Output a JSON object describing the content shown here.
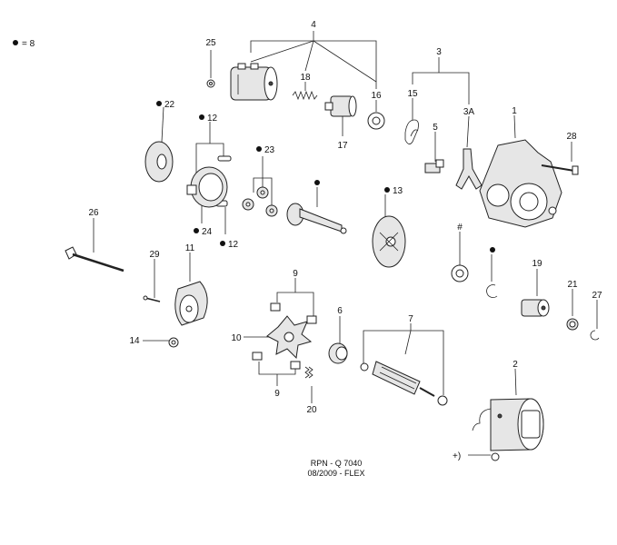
{
  "legend": {
    "marker": "●",
    "text": "= 8"
  },
  "labels": {
    "l1": "1",
    "l2": "2",
    "l3": "3",
    "l3a": "3A",
    "l4": "4",
    "l5": "5",
    "l6": "6",
    "l7": "7",
    "l9a": "9",
    "l9b": "9",
    "l10": "10",
    "l11": "11",
    "l12a": "12",
    "l12b": "12",
    "l13": "13",
    "l14": "14",
    "l15": "15",
    "l16": "16",
    "l17": "17",
    "l18": "18",
    "l19": "19",
    "l20": "20",
    "l21": "21",
    "l22": "22",
    "l23": "23",
    "l24": "24",
    "l25": "25",
    "l26": "26",
    "l27": "27",
    "l28": "28",
    "l29": "29",
    "hash": "#",
    "plus": "+)"
  },
  "footer": {
    "line1": "RPN - Q 7040",
    "line2": "08/2009 - FLEX"
  }
}
